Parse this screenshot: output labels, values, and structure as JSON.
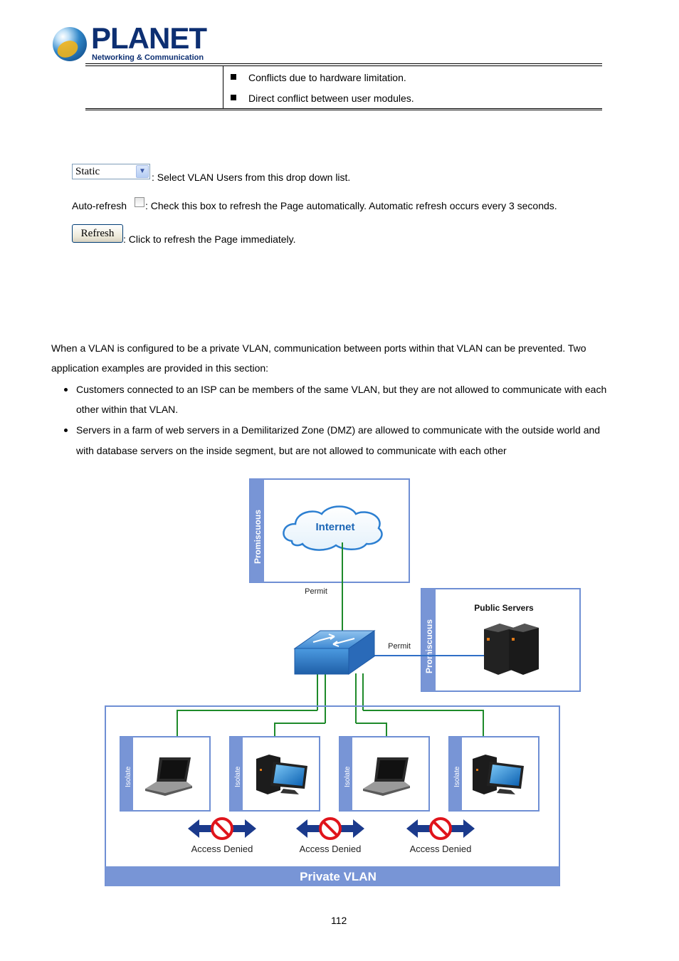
{
  "header": {
    "brand": "PLANET",
    "tagline": "Networking & Communication"
  },
  "table": {
    "items": [
      "Conflicts due to hardware limitation.",
      "Direct conflict between user modules."
    ]
  },
  "controls": {
    "select_value": "Static",
    "select_desc": ": Select VLAN Users from this drop down list.",
    "autorefresh_label": "Auto-refresh",
    "autorefresh_desc": ": Check this box to refresh the Page automatically. Automatic refresh occurs every 3 seconds.",
    "refresh_label": "Refresh",
    "refresh_desc": ": Click to refresh the Page immediately."
  },
  "body": {
    "intro_line1": "When a VLAN is configured to be a private VLAN, communication between ports within that VLAN can be prevented. Two",
    "intro_line2": "application examples are provided in this section:",
    "bullet1_line1": "Customers connected to an ISP can be members of the same VLAN, but they are not allowed to communicate with each",
    "bullet1_line2": "other within that VLAN.",
    "bullet2_line1": "Servers in a farm of web servers in a Demilitarized Zone (DMZ) are allowed to communicate with the outside world and",
    "bullet2_line2": "with database servers on the inside segment, but are not allowed to communicate with each other"
  },
  "diagram": {
    "promiscuous_label": "Promiscuous",
    "internet_label": "Internet",
    "permit_label": "Permit",
    "public_servers_label": "Public Servers",
    "isolate_label": "Isolate",
    "access_denied_label": "Access Denied",
    "private_vlan_label": "Private VLAN",
    "colors": {
      "frame": "#6f8fd4",
      "frame_bar": "#7895d6",
      "link": "#1e8a2a",
      "arrow": "#1b3a8c",
      "deny": "#e0141b"
    },
    "icons": [
      "cloud-icon",
      "switch-icon",
      "server-icon",
      "laptop-icon",
      "desktop-icon",
      "no-entry-icon"
    ]
  },
  "footer": {
    "page_number": "112"
  }
}
